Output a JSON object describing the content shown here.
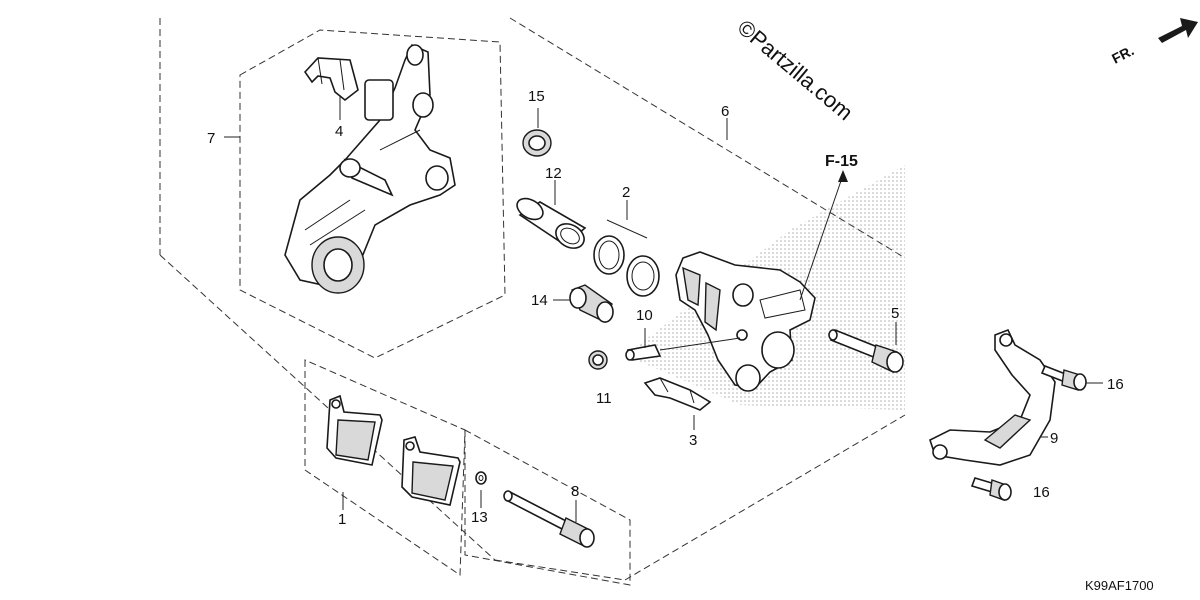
{
  "watermark": "©Partzilla.com",
  "direction_label": "FR.",
  "reference_label": "F-15",
  "diagram_code": "K99AF1700",
  "callouts": {
    "c1": "1",
    "c2": "2",
    "c3": "3",
    "c4": "4",
    "c5": "5",
    "c6": "6",
    "c7": "7",
    "c8": "8",
    "c9": "9",
    "c10": "10",
    "c11": "11",
    "c12": "12",
    "c13": "13",
    "c14": "14",
    "c15": "15",
    "c16a": "16",
    "c16b": "16"
  },
  "colors": {
    "ink": "#1a1a1a",
    "stipple": "#9a9a9a",
    "background": "#ffffff"
  }
}
